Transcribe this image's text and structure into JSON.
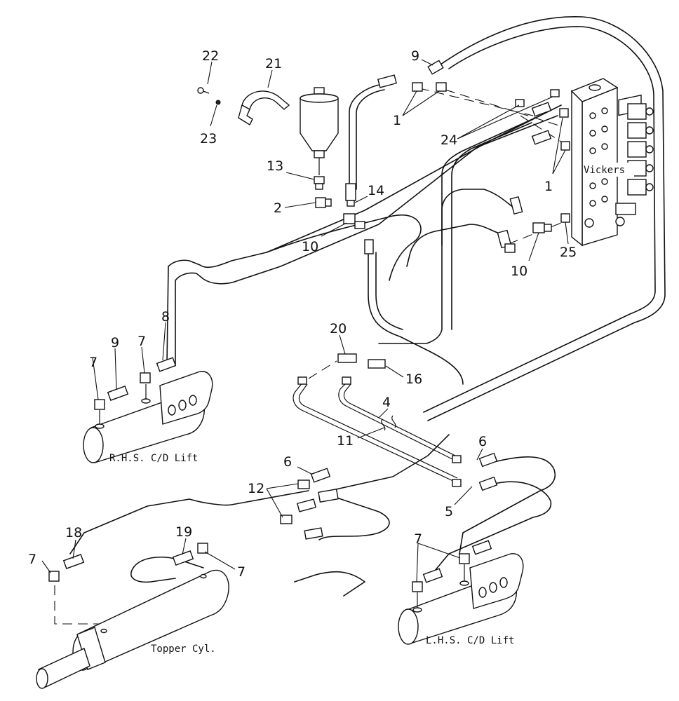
{
  "parts": {
    "p1": "1",
    "p2": "2",
    "p4": "4",
    "p5": "5",
    "p6": "6",
    "p7": "7",
    "p8": "8",
    "p9": "9",
    "p10": "10",
    "p11": "11",
    "p12": "12",
    "p13": "13",
    "p14": "14",
    "p16": "16",
    "p18": "18",
    "p19": "19",
    "p20": "20",
    "p21": "21",
    "p22": "22",
    "p23": "23",
    "p24": "24",
    "p25": "25"
  },
  "labels": {
    "valve": "Vickers",
    "rhs": "R.H.S. C/D Lift",
    "lhs": "L.H.S. C/D Lift",
    "topper": "Topper Cyl."
  }
}
